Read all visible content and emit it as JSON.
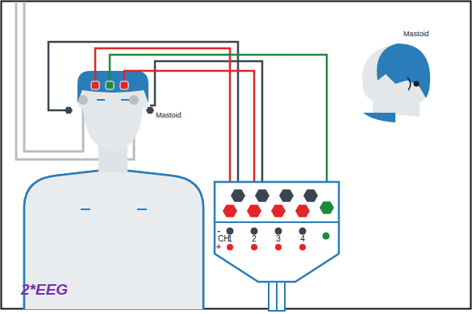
{
  "diagram": {
    "labels": [
      "Mastoid",
      "Mastoid",
      "-",
      "CH",
      "1",
      "2",
      "3",
      "4",
      "+",
      "2*EEG"
    ]
  }
}
